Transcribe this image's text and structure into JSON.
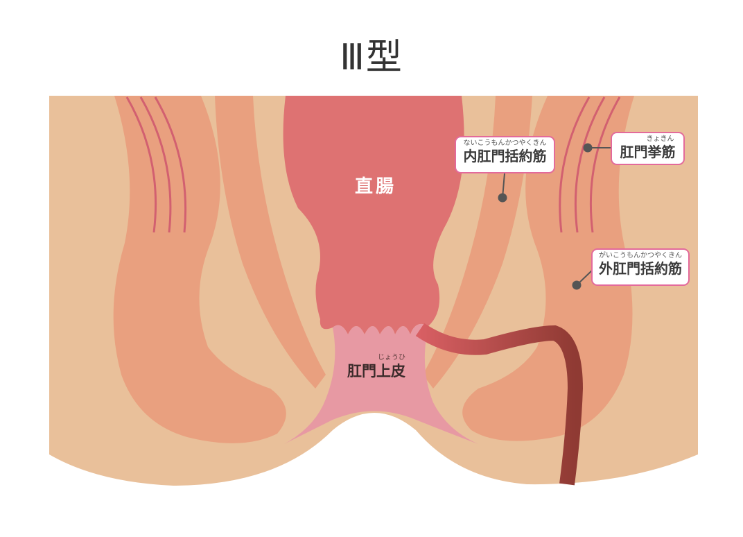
{
  "title": "Ⅲ型",
  "labels": {
    "rectum": {
      "text": "直腸"
    },
    "anoderm": {
      "ruby": "じょうひ",
      "text": "肛門上皮"
    },
    "internal_sphincter": {
      "ruby": "ないこうもんかつやくきん",
      "text": "内肛門括約筋"
    },
    "levator_ani": {
      "ruby": "きょきん",
      "text": "肛門挙筋"
    },
    "external_sphincter": {
      "ruby": "がいこうもんかつやくきん",
      "text": "外肛門括約筋"
    }
  },
  "colors": {
    "skin": "#e9c09a",
    "muscle": "#e9a07f",
    "rectum": "#de7272",
    "anoderm": "#e799a3",
    "fistula": "#b04a40",
    "label_border": "#e36a9b",
    "pointer": "#555555"
  }
}
